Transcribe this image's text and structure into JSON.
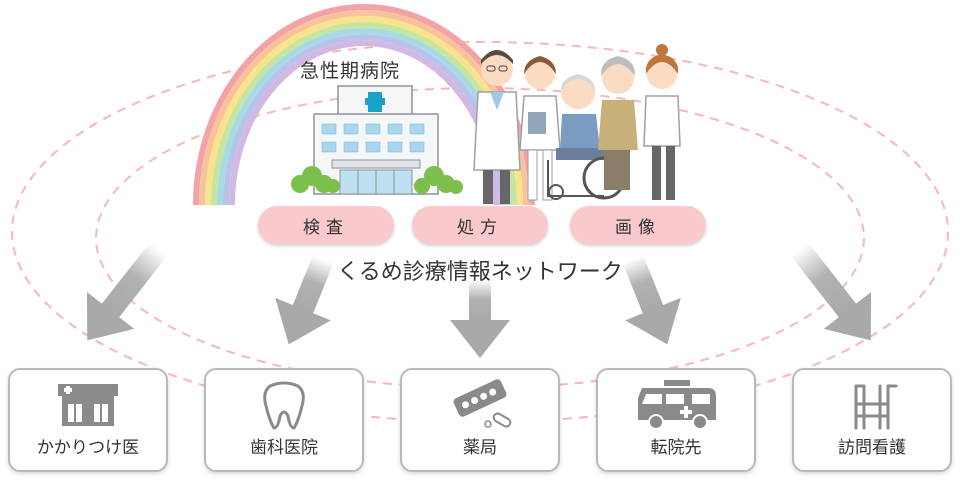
{
  "hospital": {
    "label": "急性期病院"
  },
  "services": [
    {
      "label": "検査"
    },
    {
      "label": "処方"
    },
    {
      "label": "画像"
    }
  ],
  "network": {
    "title": "くるめ診療情報ネットワーク"
  },
  "facilities": [
    {
      "label": "かかりつけ医",
      "icon": "clinic-icon"
    },
    {
      "label": "歯科医院",
      "icon": "tooth-icon"
    },
    {
      "label": "薬局",
      "icon": "pills-icon"
    },
    {
      "label": "転院先",
      "icon": "ambulance-icon"
    },
    {
      "label": "訪問看護",
      "icon": "walker-icon"
    }
  ],
  "colors": {
    "pill": "#f9c9cc",
    "dash_ring": "#f5b8b8",
    "arrow": "#a9a9a9",
    "icon": "#8a8a8a",
    "cross": "#1aa2c9"
  }
}
